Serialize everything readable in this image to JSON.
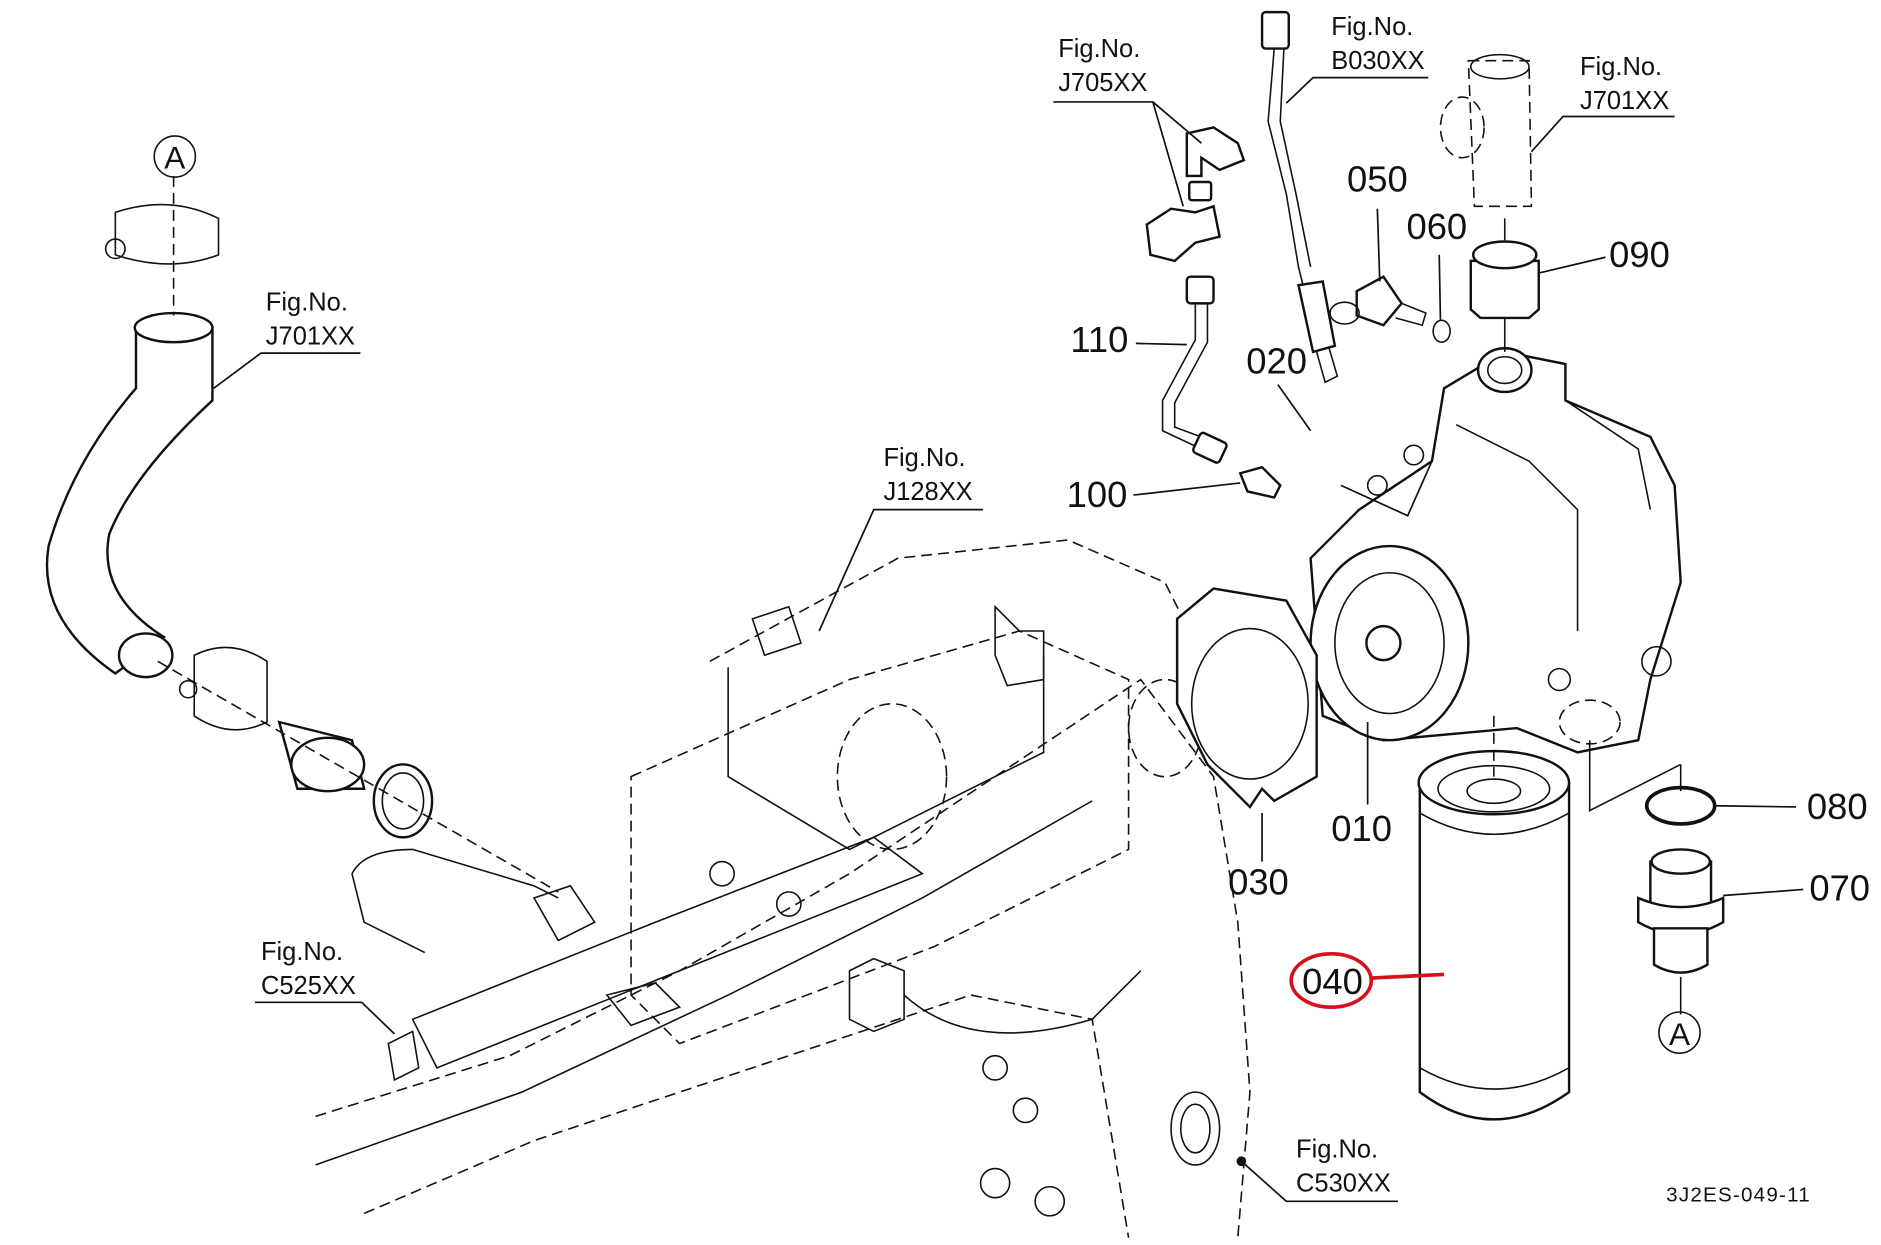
{
  "diagram": {
    "figure_refs": [
      {
        "id": "j705",
        "line1": "Fig.No.",
        "line2": "J705XX"
      },
      {
        "id": "b030",
        "line1": "Fig.No.",
        "line2": "B030XX"
      },
      {
        "id": "j701_right",
        "line1": "Fig.No.",
        "line2": "J701XX"
      },
      {
        "id": "j701_left",
        "line1": "Fig.No.",
        "line2": "J701XX"
      },
      {
        "id": "j128",
        "line1": "Fig.No.",
        "line2": "J128XX"
      },
      {
        "id": "c525",
        "line1": "Fig.No.",
        "line2": "C525XX"
      },
      {
        "id": "c530",
        "line1": "Fig.No.",
        "line2": "C530XX"
      }
    ],
    "part_numbers": {
      "p010": "010",
      "p020": "020",
      "p030": "030",
      "p040": "040",
      "p050": "050",
      "p060": "060",
      "p070": "070",
      "p080": "080",
      "p090": "090",
      "p100": "100",
      "p110": "110"
    },
    "highlighted_part": "040",
    "highlight_color": "#d4111c",
    "connection_marker": "A",
    "drawing_code": "3J2ES-049-11"
  }
}
